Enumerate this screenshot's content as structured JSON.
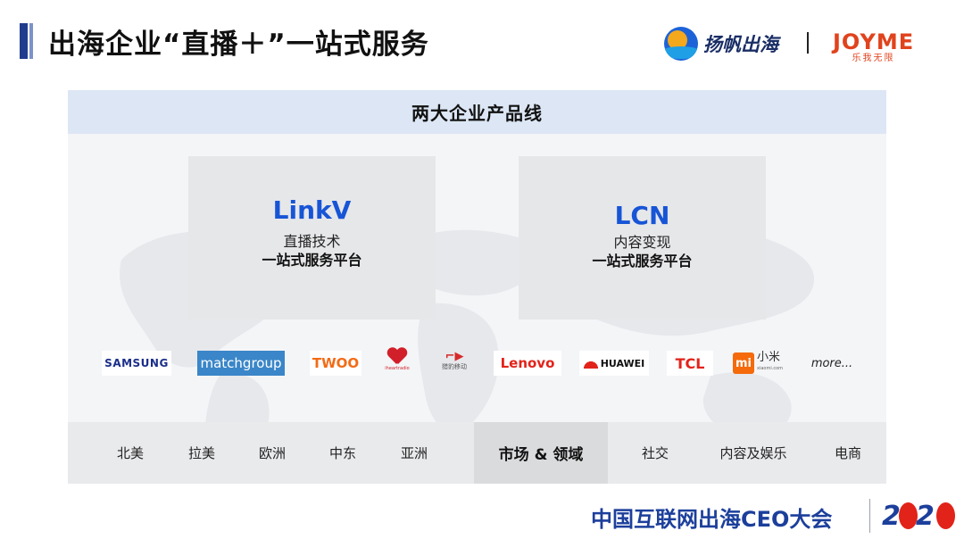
{
  "header": {
    "title": "出海企业“直播＋”一站式服务",
    "logo_yangfan": "扬帆出海",
    "logo_joyme": "JOYME",
    "logo_joyme_sub": "乐我无限"
  },
  "panel": {
    "title": "两大企业产品线",
    "cards": [
      {
        "name": "LinkV",
        "line1": "直播技术",
        "line2": "一站式服务平台"
      },
      {
        "name": "LCN",
        "line1": "内容变现",
        "line2": "一站式服务平台"
      }
    ],
    "brands": {
      "samsung": "SAMSUNG",
      "match": "matchgroup",
      "twoo": "TWOO",
      "iheart": "iheartradio",
      "cm": "猎豹移动",
      "lenovo": "Lenovo",
      "huawei": "HUAWEI",
      "tcl": "TCL",
      "mi_name": "小米",
      "mi_url": "xiaomi.com",
      "more": "more..."
    },
    "strip": {
      "regions": [
        "北美",
        "拉美",
        "欧洲",
        "中东",
        "亚洲"
      ],
      "center_label": "市场 & 领域",
      "fields": [
        "社交",
        "内容及娱乐",
        "电商"
      ]
    }
  },
  "footer": {
    "event": "中国互联网出海CEO大会",
    "year_left": "2",
    "year_right": "2"
  },
  "colors": {
    "accent_blue": "#1755d6",
    "title_navy": "#1f3d8c",
    "joyme_orange": "#e0431d",
    "footer_blue": "#1c3f9b"
  }
}
